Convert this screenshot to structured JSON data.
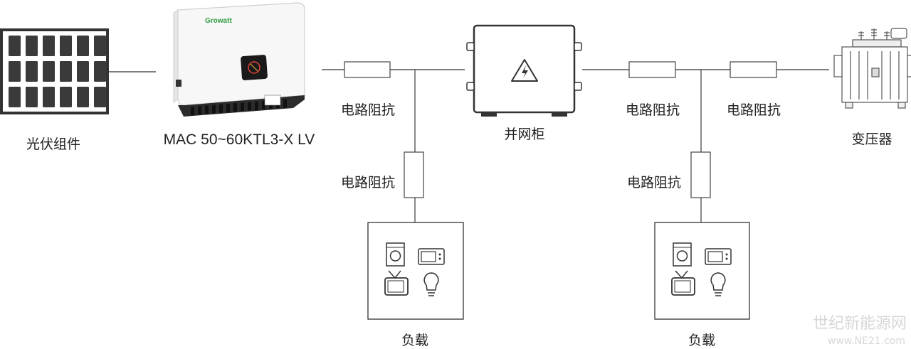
{
  "labels": {
    "pv": "光伏组件",
    "inverter": "MAC 50~60KTL3-X LV",
    "cabinet": "并网柜",
    "transformer": "变压器",
    "impedance_1": "电路阻抗",
    "impedance_2": "电路阻抗",
    "impedance_3": "电路阻抗",
    "impedance_4": "电路阻抗",
    "impedance_5": "电路阻抗",
    "load_1": "负载",
    "load_2": "负载"
  },
  "inverter_brand": "Growatt",
  "watermark": {
    "name": "世纪新能源网",
    "url": "www.NE21.com"
  },
  "colors": {
    "line": "#555555",
    "panel_cell": "#3a3a3a",
    "accent": "#2e9b3f",
    "watermark": "#d7d7d7"
  }
}
